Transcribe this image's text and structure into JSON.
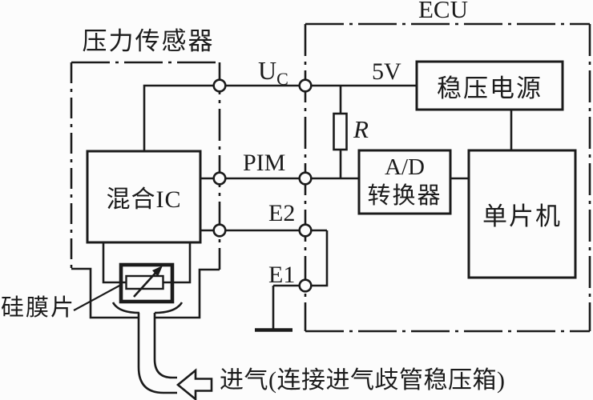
{
  "diagram": {
    "title_hint": "MAP pressure sensor to ECU block schematic",
    "colors": {
      "line": "#1b1b1b",
      "bg": "#fcfcfc"
    },
    "sensor": {
      "label": "压力传感器",
      "ic_label": "混合IC",
      "diaphragm_label": "硅膜片"
    },
    "ecu": {
      "label": "ECU",
      "supply_label": "5V",
      "resistor_label": "R",
      "regulator_label": "稳压电源",
      "adc_label_line1": "A/D",
      "adc_label_line2": "转换器",
      "mcu_label": "单片机"
    },
    "terminals": {
      "uc_main": "U",
      "uc_sub": "C",
      "pim": "PIM",
      "e2": "E2",
      "e1": "E1"
    },
    "intake_label": "进气(连接进气歧管稳压箱)"
  }
}
